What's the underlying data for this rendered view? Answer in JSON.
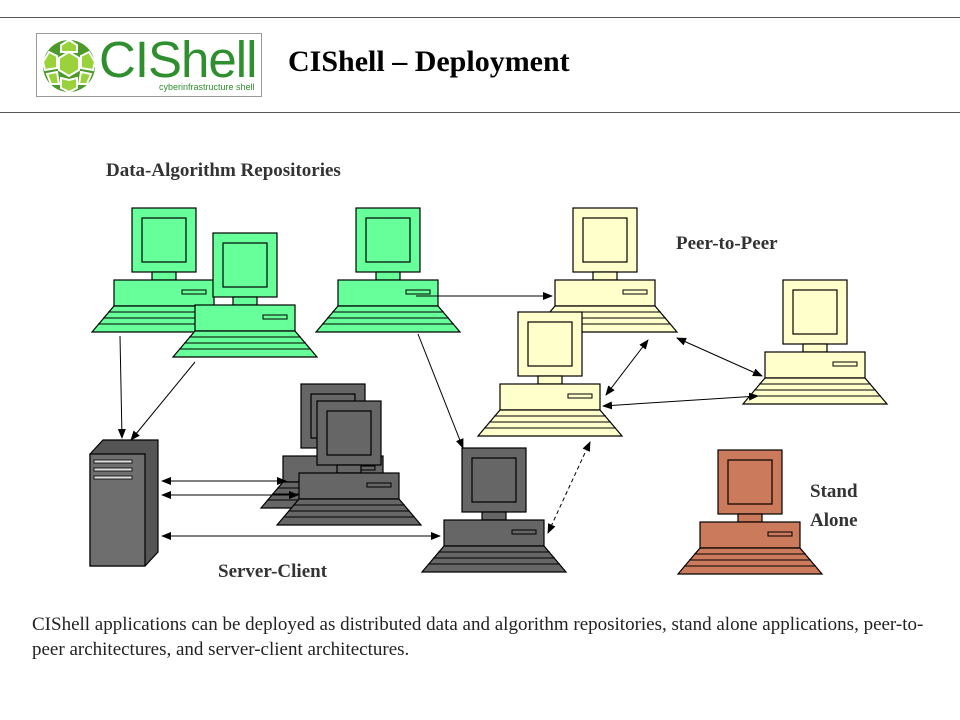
{
  "header": {
    "logo_text": "CIShell",
    "logo_subtext": "cyberinfrastructure shell",
    "title": "CIShell – Deployment"
  },
  "diagram": {
    "labels": {
      "repositories": "Data-Algorithm Repositories",
      "peer_to_peer": "Peer-to-Peer",
      "stand_alone_line1": "Stand",
      "stand_alone_line2": "Alone",
      "server_client": "Server-Client"
    },
    "colors": {
      "repository": "#66ff99",
      "peer": "#ffffcc",
      "client": "#666666",
      "stand_alone": "#cc7a5c",
      "server": "#666666"
    }
  },
  "description": "CIShell applications can be deployed as distributed data and algorithm repositories, stand alone applications, peer-to-peer architectures, and server-client architectures."
}
